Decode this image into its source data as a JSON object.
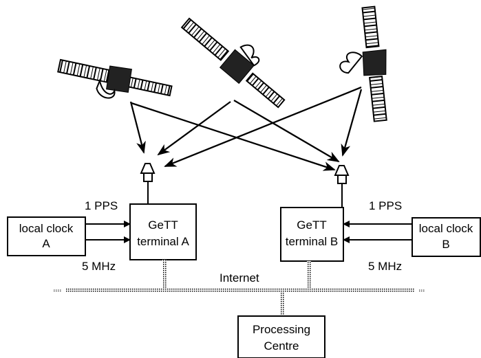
{
  "diagram": {
    "local_clock_a": {
      "line1": "local clock",
      "line2": "A"
    },
    "local_clock_b": {
      "line1": "local clock",
      "line2": "B"
    },
    "terminal_a": {
      "line1": "GeTT",
      "line2": "terminal A"
    },
    "terminal_b": {
      "line1": "GeTT",
      "line2": "terminal B"
    },
    "processing": {
      "line1": "Processing",
      "line2": "Centre"
    },
    "pps_a": "1 PPS",
    "pps_b": "1 PPS",
    "mhz_a": "5 MHz",
    "mhz_b": "5 MHz",
    "network": "Internet"
  }
}
